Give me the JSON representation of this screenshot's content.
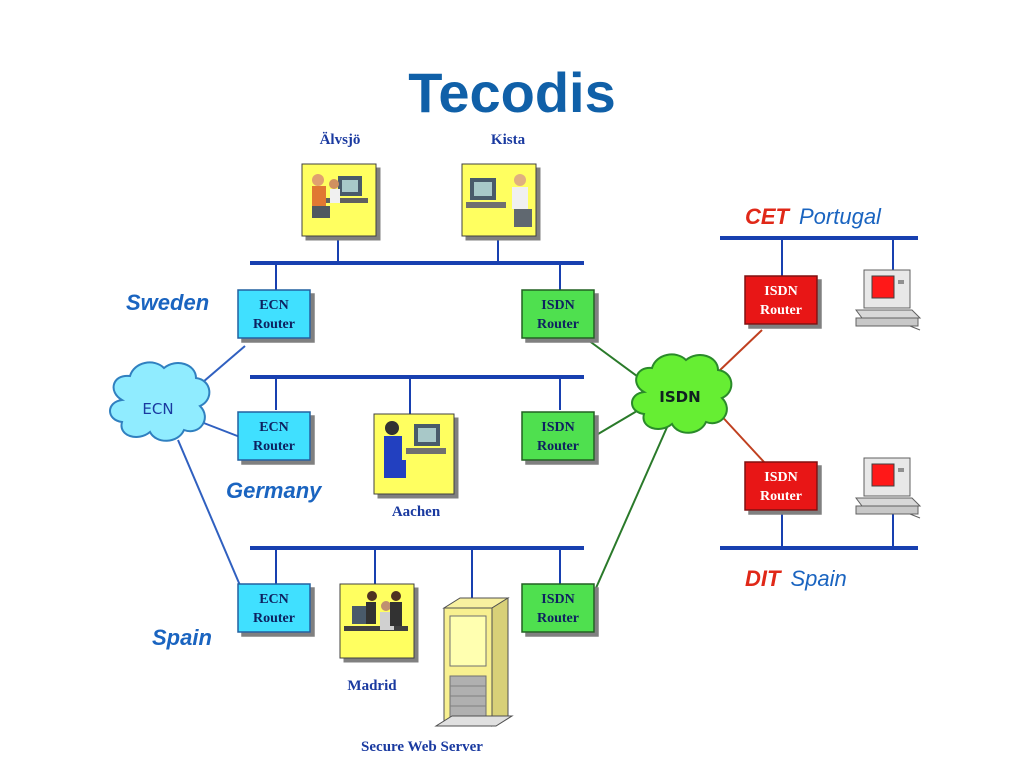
{
  "title": "Tecodis",
  "regions": {
    "sweden": "Sweden",
    "germany": "Germany",
    "spain": "Spain"
  },
  "portugal": {
    "org": "CET",
    "country": "Portugal"
  },
  "spain_site": {
    "org": "DIT",
    "country": "Spain"
  },
  "sites": {
    "alvsjo": "Älvsjö",
    "kista": "Kista",
    "aachen": "Aachen",
    "madrid": "Madrid",
    "server": "Secure Web Server"
  },
  "router": {
    "ecn_line1": "ECN",
    "isdn_line1": "ISDN",
    "line2": "Router"
  },
  "clouds": {
    "ecn": "ECN",
    "isdn": "ISDN"
  },
  "colors": {
    "bus": "#1840b0",
    "ecn_router": "#40e0ff",
    "isdn_router": "#50e050",
    "isdn_router_red": "#e81818",
    "ecn_cloud": "#90ecff",
    "isdn_cloud": "#66ee33",
    "title": "#1060a8"
  }
}
